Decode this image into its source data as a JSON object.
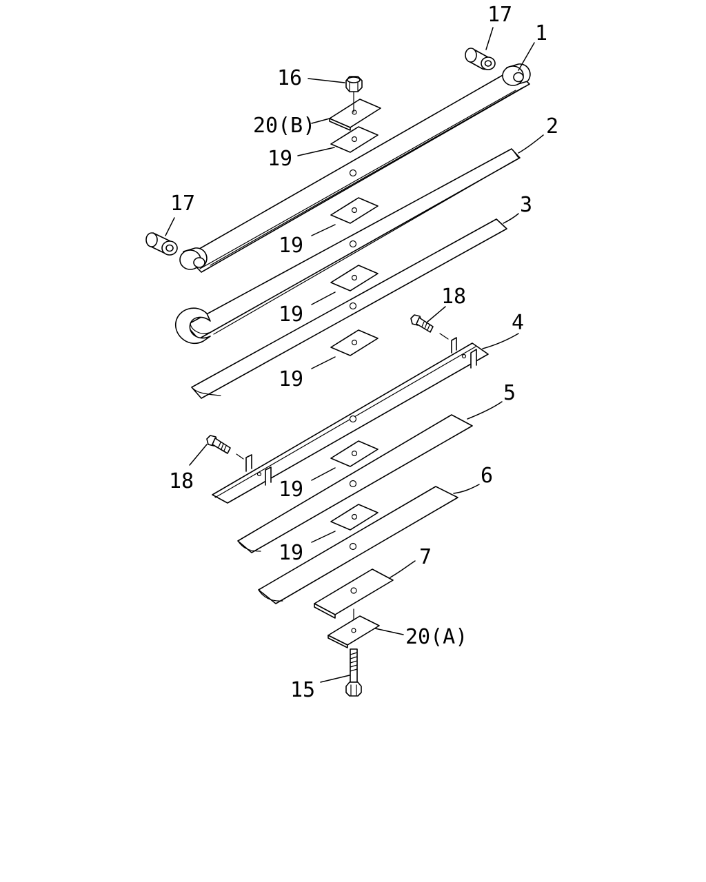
{
  "colors": {
    "line": "#000000",
    "background": "#ffffff"
  },
  "callouts": {
    "c1": "1",
    "c2": "2",
    "c3": "3",
    "c4": "4",
    "c5": "5",
    "c6": "6",
    "c7": "7",
    "c15": "15",
    "c16": "16",
    "c17_top": "17",
    "c17_left": "17",
    "c18_top": "18",
    "c18_left": "18",
    "c19_a": "19",
    "c19_b": "19",
    "c19_c": "19",
    "c19_d": "19",
    "c19_e": "19",
    "c19_f": "19",
    "c20b": "20(B)",
    "c20a": "20(A)"
  }
}
